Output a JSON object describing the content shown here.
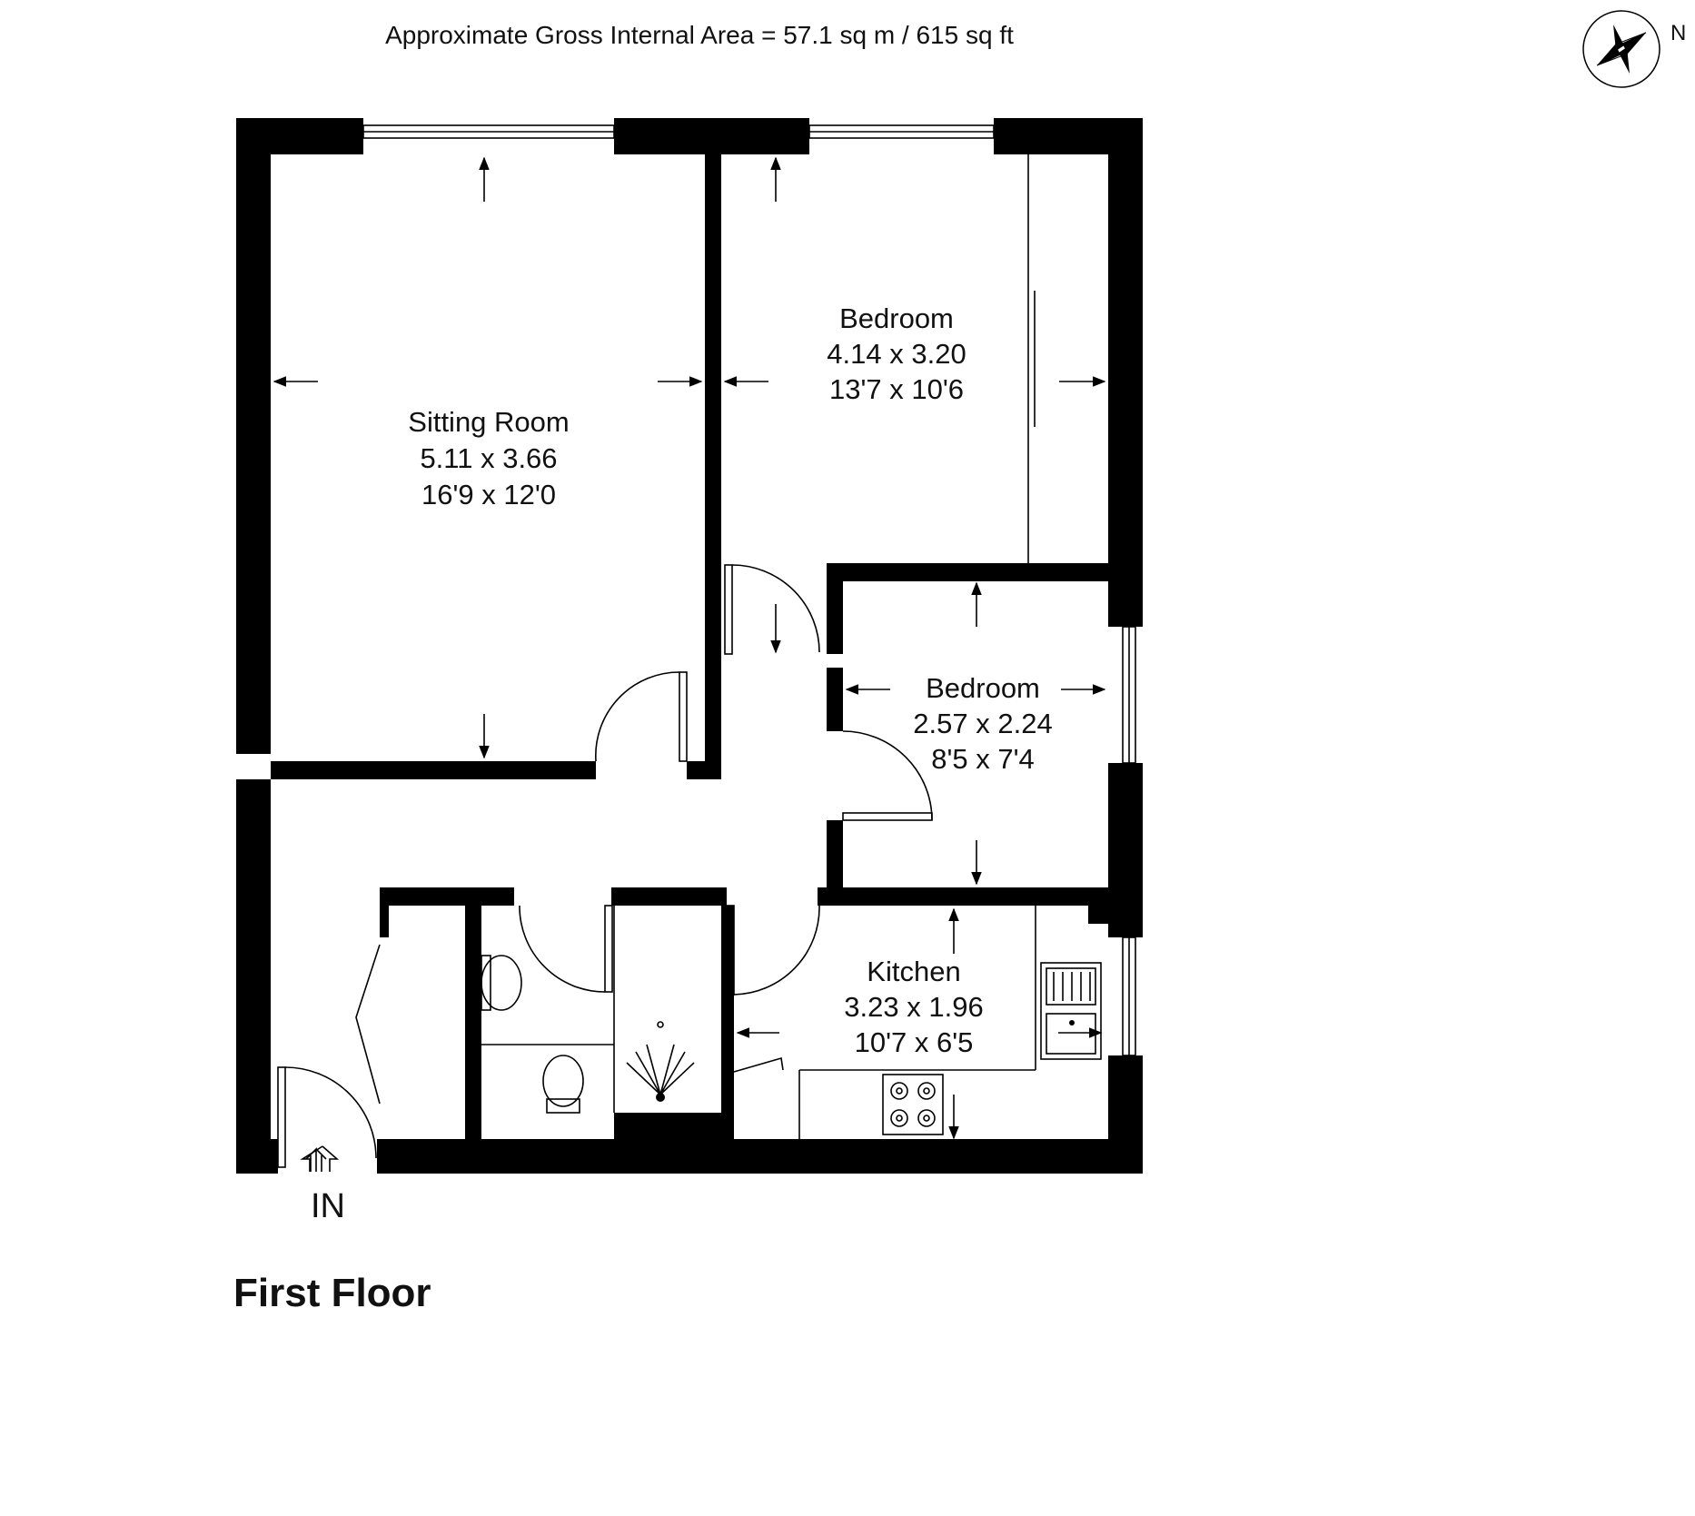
{
  "header": {
    "area_text": "Approximate Gross Internal Area = 57.1 sq m / 615 sq ft"
  },
  "compass": {
    "north_label": "N"
  },
  "rooms": [
    {
      "name": "Sitting Room",
      "metric": "5.11 x 3.66",
      "imperial": "16'9 x 12'0"
    },
    {
      "name": "Bedroom",
      "metric": "4.14 x 3.20",
      "imperial": "13'7 x 10'6"
    },
    {
      "name": "Bedroom",
      "metric": "2.57 x 2.24",
      "imperial": "8'5 x 7'4"
    },
    {
      "name": "Kitchen",
      "metric": "3.23 x 1.96",
      "imperial": "10'7 x 6'5"
    }
  ],
  "entrance_label": "IN",
  "floor_label": "First Floor"
}
